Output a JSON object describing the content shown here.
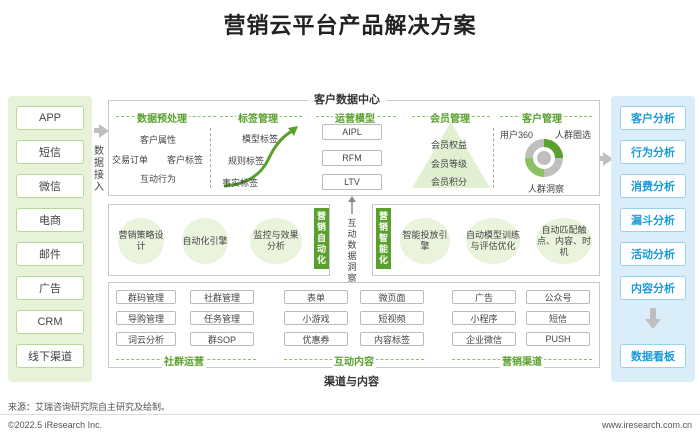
{
  "title": "营销云平台产品解决方案",
  "inputs": [
    "APP",
    "短信",
    "微信",
    "电商",
    "邮件",
    "广告",
    "CRM",
    "线下渠道"
  ],
  "data_ingest_label": "数据接入",
  "center_label": "客户数据中心",
  "top_sections": {
    "preprocess": {
      "title": "数据预处理",
      "items": [
        "客户属性",
        "交易订单",
        "客户标签",
        "互动行为"
      ]
    },
    "tags": {
      "title": "标签管理",
      "items": [
        "模型标签",
        "规则标签",
        "事实标签"
      ]
    },
    "ops_model": {
      "title": "运营模型",
      "items": [
        "AIPL",
        "RFM",
        "LTV"
      ]
    },
    "member": {
      "title": "会员管理",
      "items": [
        "会员权益",
        "会员等级",
        "会员积分"
      ]
    },
    "customer": {
      "title": "客户管理",
      "items": [
        "用户360",
        "人群圈选",
        "人群洞察"
      ]
    }
  },
  "mid_left_tag": "营销自动化",
  "mid_right_tag": "营销智能化",
  "mid_center": "互动数据洞察",
  "mid_left_items": [
    "营销策略设计",
    "自动化引擎",
    "监控与效果分析"
  ],
  "mid_right_items": [
    "智能投放引擎",
    "自动模型训练与评估优化",
    "自动匹配触点、内容、时机"
  ],
  "channel_label": "渠道与内容",
  "community": {
    "title": "社群运营",
    "items": [
      "群码管理",
      "社群管理",
      "导购管理",
      "任务管理",
      "词云分析",
      "群SOP"
    ]
  },
  "content": {
    "title": "互动内容",
    "items": [
      "表单",
      "微页面",
      "小游戏",
      "短视频",
      "优惠券",
      "内容标签"
    ]
  },
  "marketing_channel": {
    "title": "营销渠道",
    "items": [
      "广告",
      "公众号",
      "小程序",
      "短信",
      "企业微信",
      "PUSH"
    ]
  },
  "outputs": [
    "客户分析",
    "行为分析",
    "消费分析",
    "漏斗分析",
    "活动分析",
    "内容分析",
    "数据看板"
  ],
  "source": "来源：艾瑞咨询研究院自主研究及绘制。",
  "copyright": "©2022.5 iResearch Inc.",
  "website": "www.iresearch.com.cn",
  "colors": {
    "green": "#5aa02c",
    "blue": "#1a9bd7",
    "light_green": "#e7f2d9",
    "light_blue": "#d9eef8"
  }
}
